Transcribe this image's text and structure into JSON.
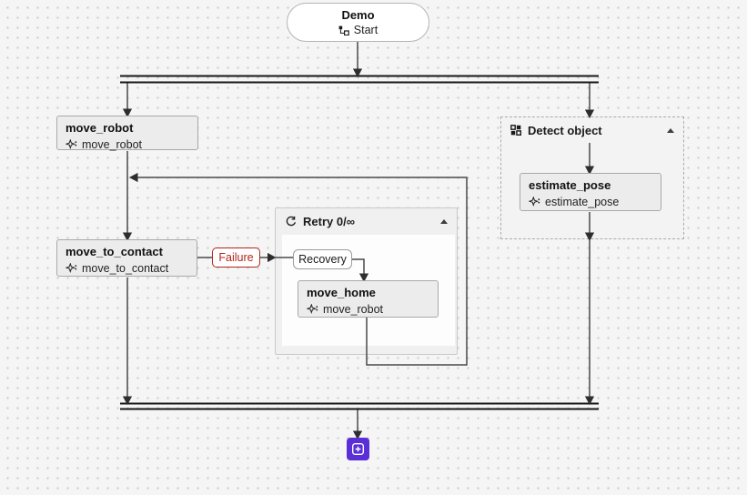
{
  "canvas": {
    "background": "#f5f5f5",
    "dot_color": "#c9c9c9",
    "edge_color": "#4a4a4a",
    "fork_join_bar_color": "#161616"
  },
  "start_node": {
    "title": "Demo",
    "action": "Start",
    "icon": "flow-icon"
  },
  "branch_left": {
    "move_robot": {
      "title": "move_robot",
      "skill": "move_robot",
      "icon": "skill-icon"
    },
    "move_to_contact": {
      "title": "move_to_contact",
      "skill": "move_to_contact",
      "icon": "skill-icon"
    }
  },
  "branch_right": {
    "detect_object_group": {
      "title": "Detect object",
      "icon": "grid-icon",
      "collapse_icon": "caret-up-icon",
      "estimate_pose": {
        "title": "estimate_pose",
        "skill": "estimate_pose",
        "icon": "skill-icon"
      }
    }
  },
  "retry_group": {
    "title": "Retry 0/∞",
    "icon": "retry-icon",
    "collapse_icon": "caret-up-icon",
    "recovery_label": "Recovery",
    "move_home": {
      "title": "move_home",
      "skill": "move_robot",
      "icon": "skill-icon"
    }
  },
  "edge_labels": {
    "failure": {
      "text": "Failure",
      "color": "#b3261e"
    }
  },
  "add_node_button": {
    "color": "#5b2fd6",
    "icon": "plus-icon"
  }
}
